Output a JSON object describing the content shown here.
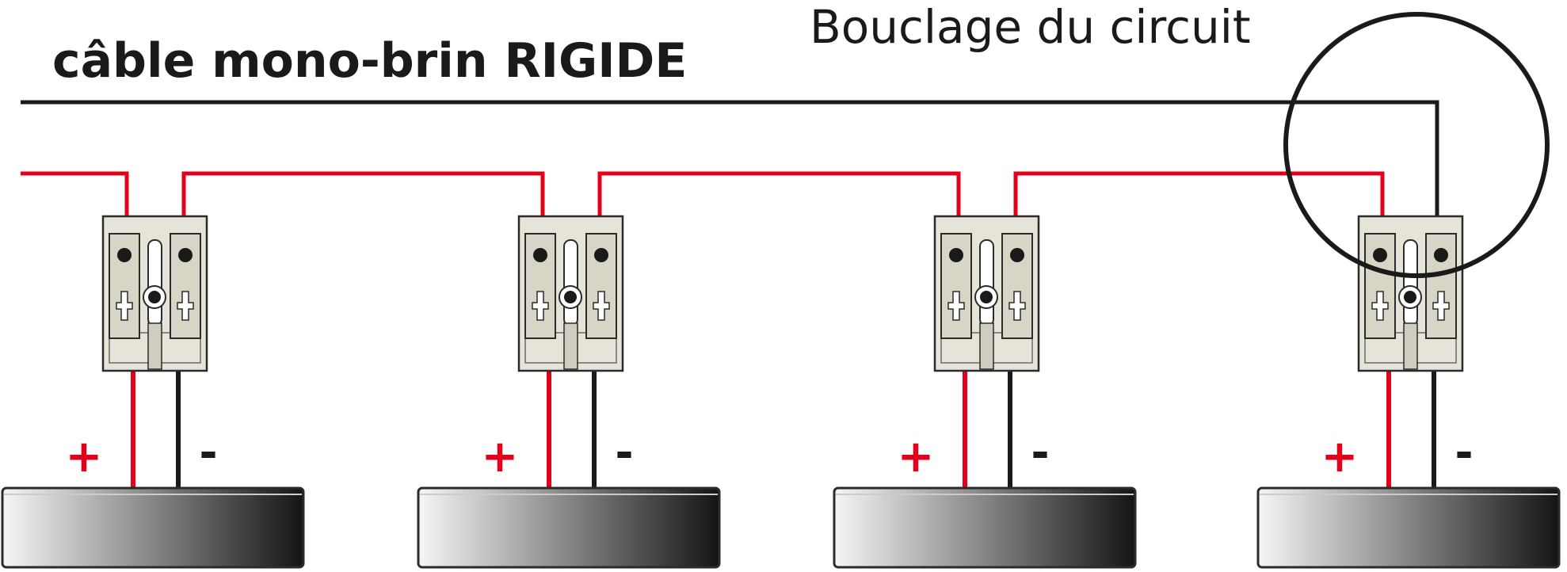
{
  "title": "câble mono-brin RIGIDE",
  "annotation": "Bouclage du circuit",
  "colors": {
    "positive_wire": "#e2001a",
    "negative_wire": "#1a1a1a",
    "connector_body": "#e6e3d8",
    "connector_slot": "#d8d4c6",
    "outline": "#2b2b2b",
    "light_start": "#f6f6f6",
    "light_end": "#141414"
  },
  "devices": [
    {
      "id": "light-1",
      "plus_label": "+",
      "minus_label": "-"
    },
    {
      "id": "light-2",
      "plus_label": "+",
      "minus_label": "-"
    },
    {
      "id": "light-3",
      "plus_label": "+",
      "minus_label": "-"
    },
    {
      "id": "light-4",
      "plus_label": "+",
      "minus_label": "-"
    }
  ]
}
